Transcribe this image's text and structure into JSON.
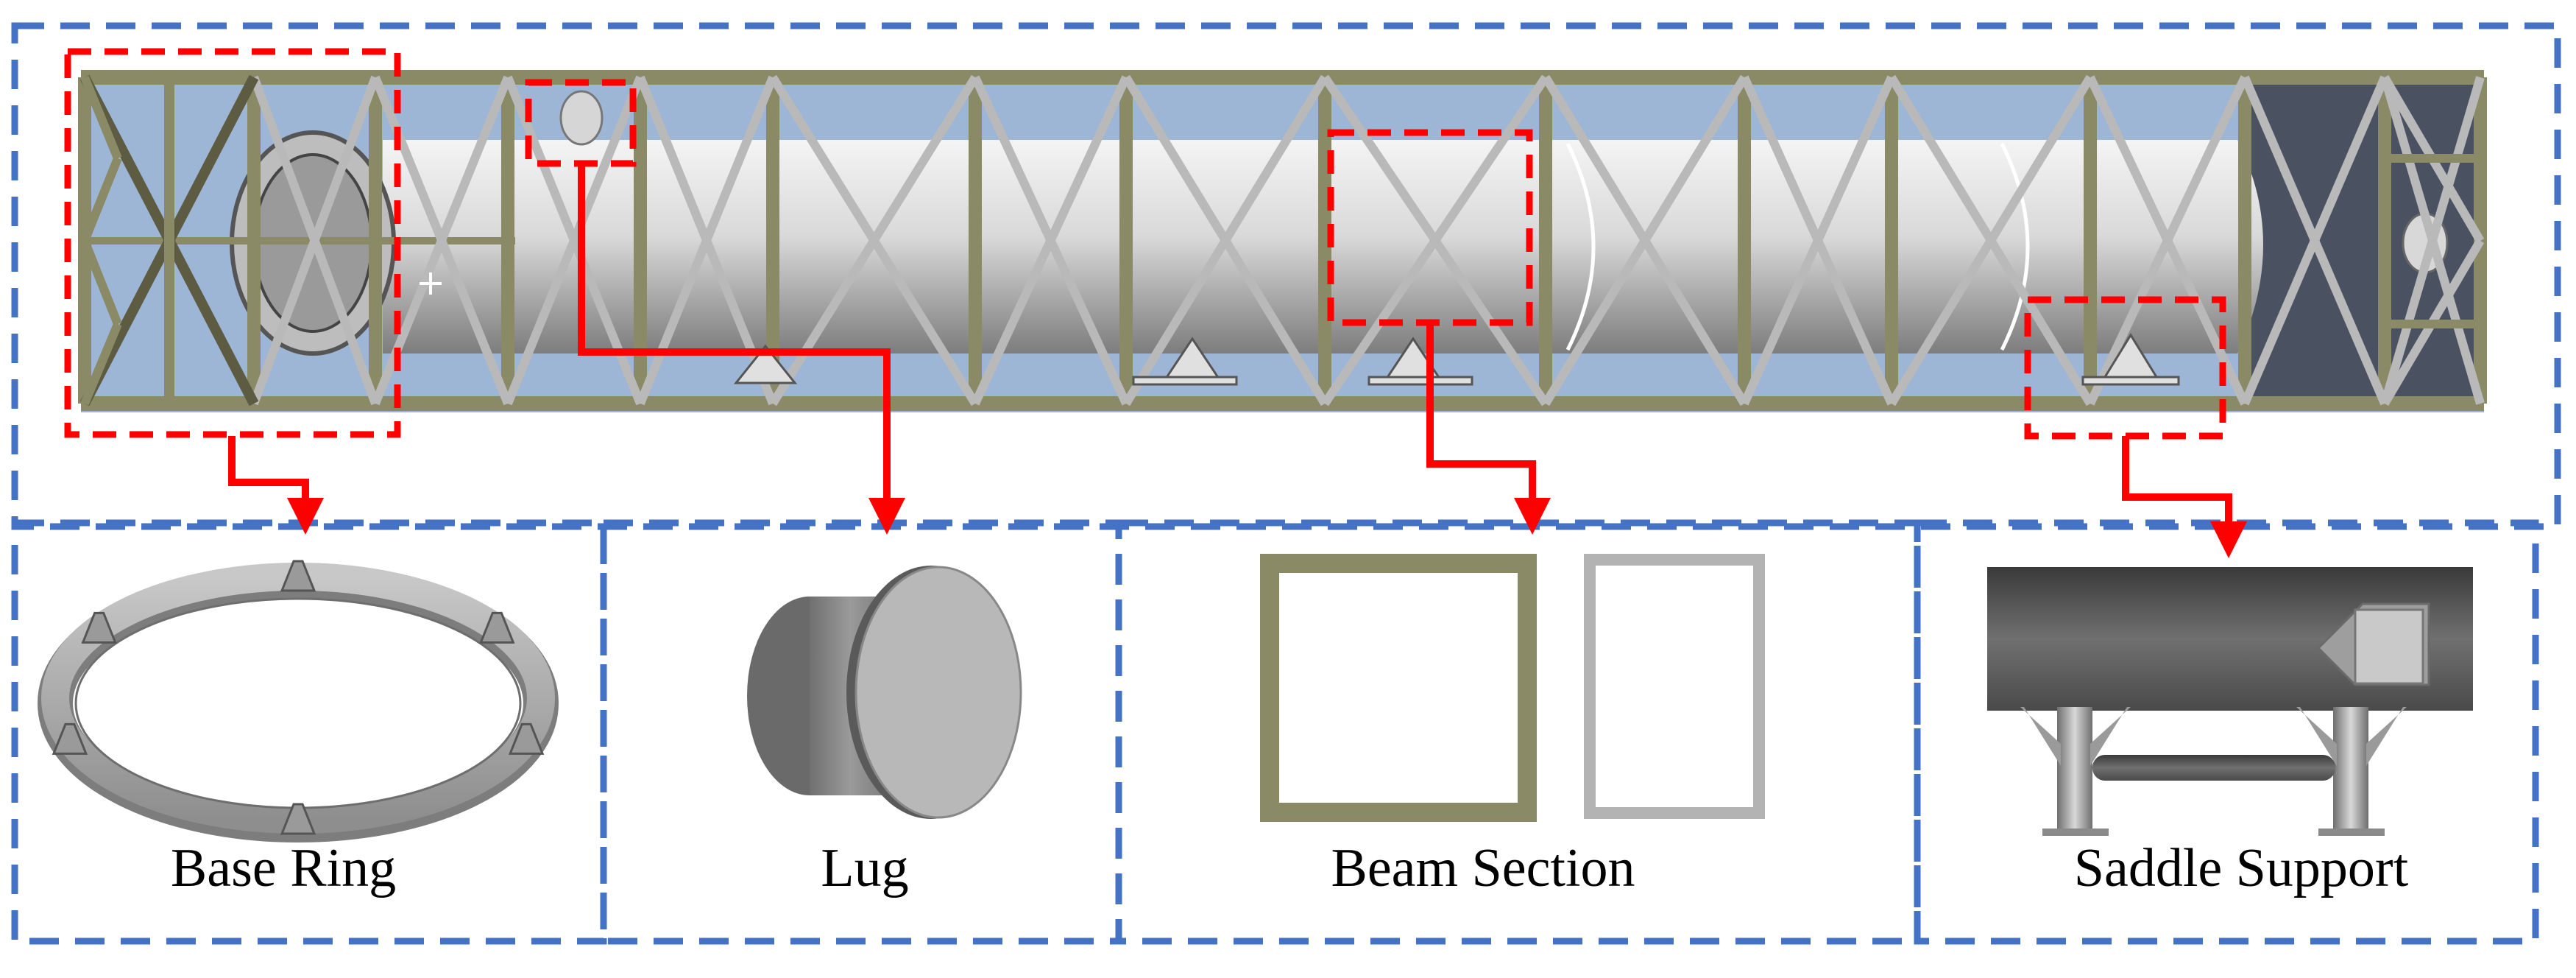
{
  "diagram": {
    "components": [
      {
        "key": "base_ring",
        "label": "Base Ring"
      },
      {
        "key": "lug",
        "label": "Lug"
      },
      {
        "key": "beam_section",
        "label": "Beam Section"
      },
      {
        "key": "saddle_support",
        "label": "Saddle Support"
      }
    ],
    "colors": {
      "panel_border": "#4472c4",
      "callout": "#ff0000",
      "frame_beam": "#8b8a66",
      "frame_beam_dark": "#5d5c42",
      "background_sky": "#9db6d6",
      "vessel_light": "#e6e6e6",
      "vessel_dark": "#8a8a8a",
      "section_gray": "#b3b3b3"
    }
  }
}
